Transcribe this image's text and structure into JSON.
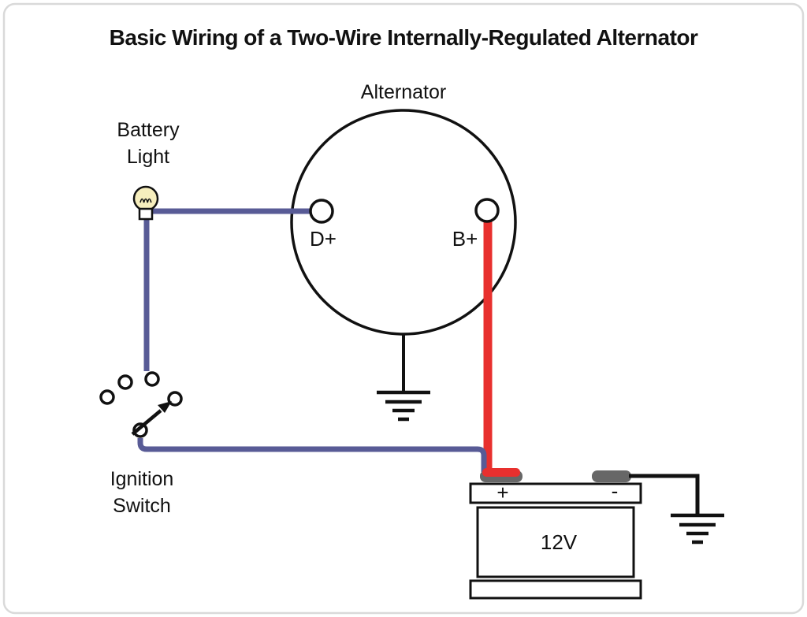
{
  "title": "Basic Wiring of a Two-Wire Internally-Regulated Alternator",
  "labels": {
    "alternator": "Alternator",
    "battery_light_line1": "Battery",
    "battery_light_line2": "Light",
    "ignition_switch_line1": "Ignition",
    "ignition_switch_line2": "Switch",
    "terminal_d": "D+",
    "terminal_b": "B+",
    "battery_positive": "+",
    "battery_negative": "-",
    "battery_voltage": "12V"
  },
  "colors": {
    "wire_indicator": "#585b96",
    "wire_charge": "#e8302e",
    "line": "#111111",
    "bulb_fill": "#f6eebd",
    "terminal_fill": "#676767",
    "border": "#d9d9d9"
  }
}
